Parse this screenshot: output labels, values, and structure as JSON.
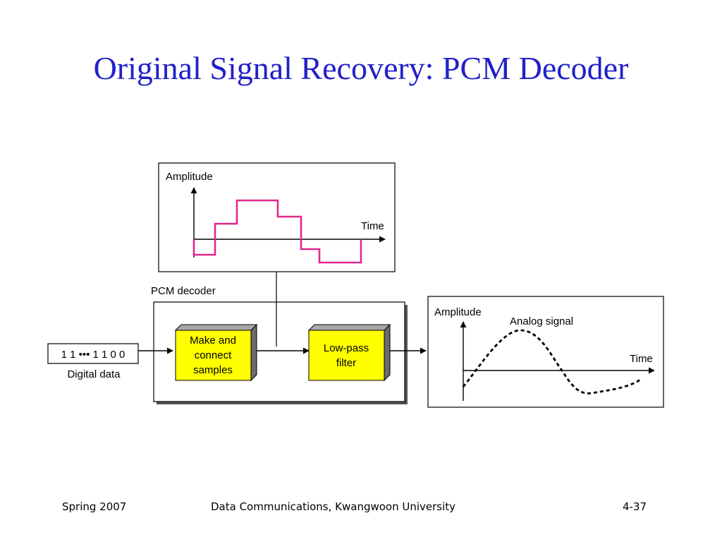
{
  "slide": {
    "title": "Original Signal Recovery: PCM Decoder"
  },
  "diagram": {
    "top_plot": {
      "y_axis_label": "Amplitude",
      "x_axis_label": "Time"
    },
    "decoder_label": "PCM decoder",
    "input_bits": "1 1 ••• 1 1 0 0",
    "input_label": "Digital data",
    "block_make": [
      "Make and",
      "connect",
      "samples"
    ],
    "block_filter": [
      "Low-pass",
      "filter"
    ],
    "output_plot": {
      "y_axis_label": "Amplitude",
      "x_axis_label": "Time",
      "signal_label": "Analog signal"
    },
    "colors": {
      "staircase": "#e0288c",
      "block_fill": "#ffff00",
      "title": "#2020c8"
    }
  },
  "footer": {
    "left": "Spring 2007",
    "center": "Data Communications, Kwangwoon University",
    "right": "4-37"
  }
}
